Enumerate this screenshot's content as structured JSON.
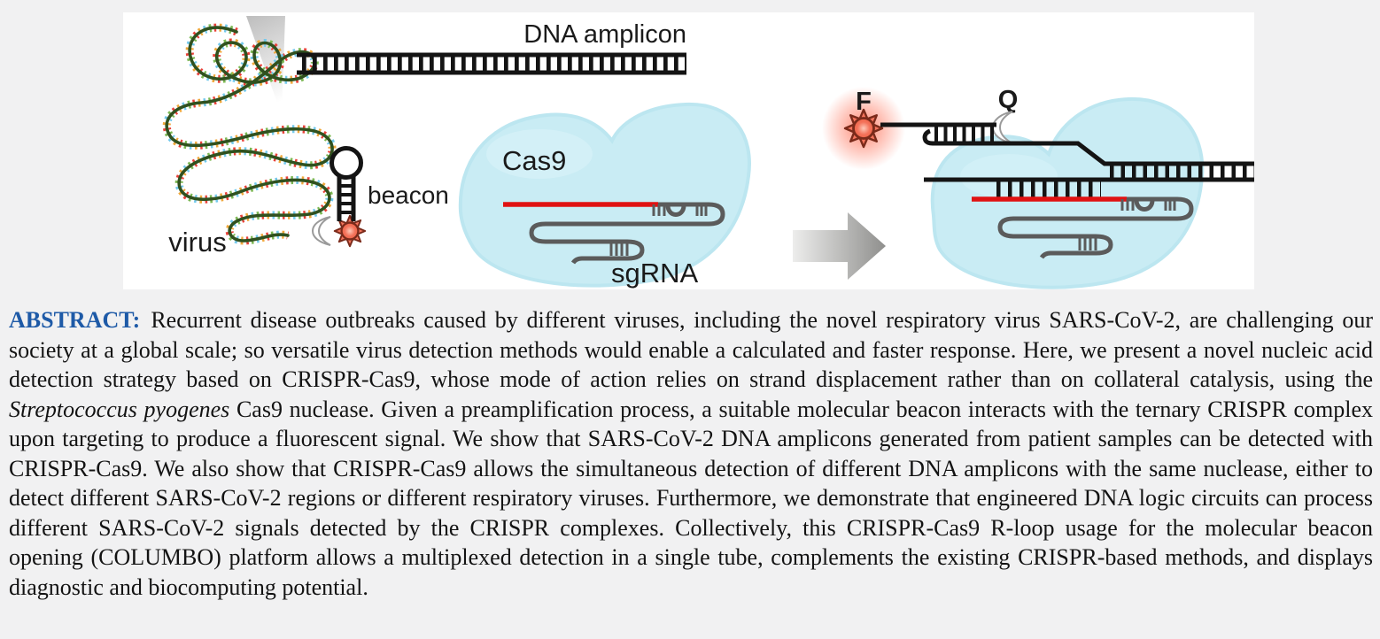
{
  "colors": {
    "page_bg": "#f1f1f2",
    "panel_bg": "#ffffff",
    "abstract_heading": "#1e5aa7",
    "text_color": "#131313",
    "virus_green": "#30511f",
    "cas9_fill": "#c9ecf4",
    "spacer_red": "#e01212",
    "scaffold_gray": "#5b5b5b",
    "dna_black": "#141414",
    "fluorophore_fill": "#f4745c"
  },
  "figure": {
    "labels": {
      "virus": "virus",
      "dna_amplicon": "DNA amplicon",
      "beacon": "beacon",
      "cas9": "Cas9",
      "sgrna": "sgRNA",
      "fluorophore": "F",
      "quencher": "Q"
    }
  },
  "abstract": {
    "heading": "ABSTRACT:",
    "text_before_italic": "Recurrent disease outbreaks caused by different viruses, including the novel respiratory virus SARS-CoV-2, are challenging our society at a global scale; so versatile virus detection methods would enable a calculated and faster response. Here, we present a novel nucleic acid detection strategy based on CRISPR-Cas9, whose mode of action relies on strand displacement rather than on collateral catalysis, using the ",
    "italic_phrase": "Streptococcus pyogenes",
    "text_after_italic": " Cas9 nuclease. Given a preamplification process, a suitable molecular beacon interacts with the ternary CRISPR complex upon targeting to produce a fluorescent signal. We show that SARS-CoV-2 DNA amplicons generated from patient samples can be detected with CRISPR-Cas9. We also show that CRISPR-Cas9 allows the simultaneous detection of different DNA amplicons with the same nuclease, either to detect different SARS-CoV-2 regions or different respiratory viruses. Furthermore, we demonstrate that engineered DNA logic circuits can process different SARS-CoV-2 signals detected by the CRISPR complexes. Collectively, this CRISPR-Cas9 R-loop usage for the molecular beacon opening (COLUMBO) platform allows a multiplexed detection in a single tube, complements the existing CRISPR-based methods, and displays diagnostic and biocomputing potential."
  }
}
